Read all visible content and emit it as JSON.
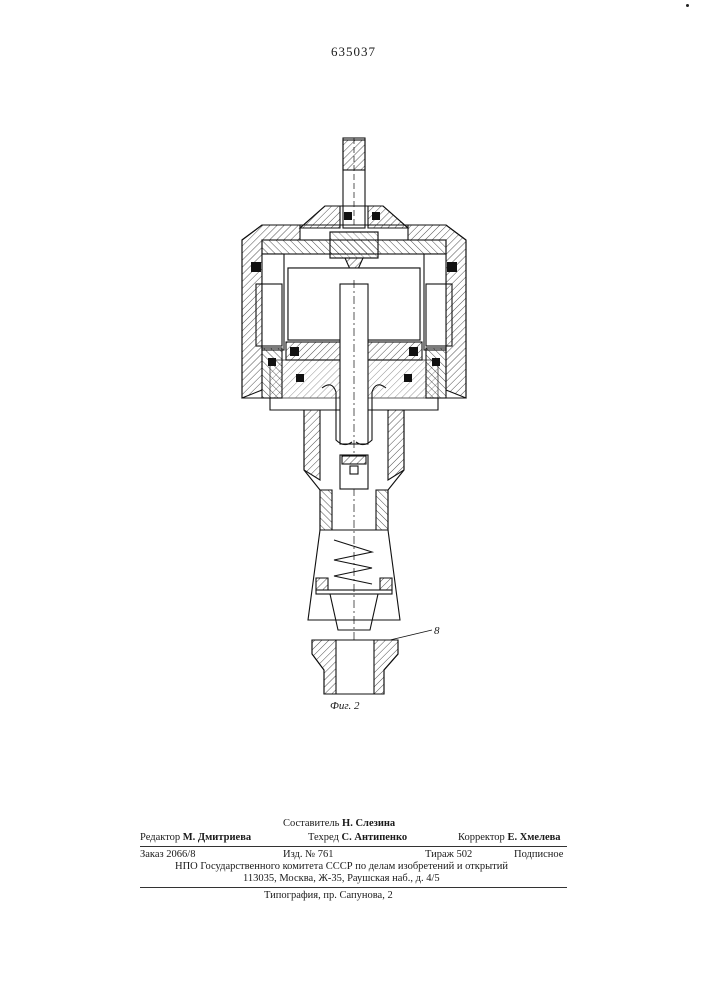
{
  "header": {
    "patent_number": "635037"
  },
  "figure": {
    "caption": "Фиг. 2",
    "part_label": "8"
  },
  "footer": {
    "compiler_label": "Составитель",
    "compiler_name": "Н. Слезина",
    "editor_label": "Редактор",
    "editor_name": "М. Дмитриева",
    "techred_label": "Техред",
    "techred_name": "С. Антипенко",
    "corrector_label": "Корректор",
    "corrector_name": "Е. Хмелева",
    "order": "Заказ 2066/8",
    "edition": "Изд. № 761",
    "circulation": "Тираж 502",
    "subscription": "Подписное",
    "org_line": "НПО Государственного комитета СССР по делам изобретений и открытий",
    "address_line": "113035, Москва, Ж-35, Раушская наб., д. 4/5",
    "printer_line": "Типография, пр. Сапунова, 2"
  }
}
